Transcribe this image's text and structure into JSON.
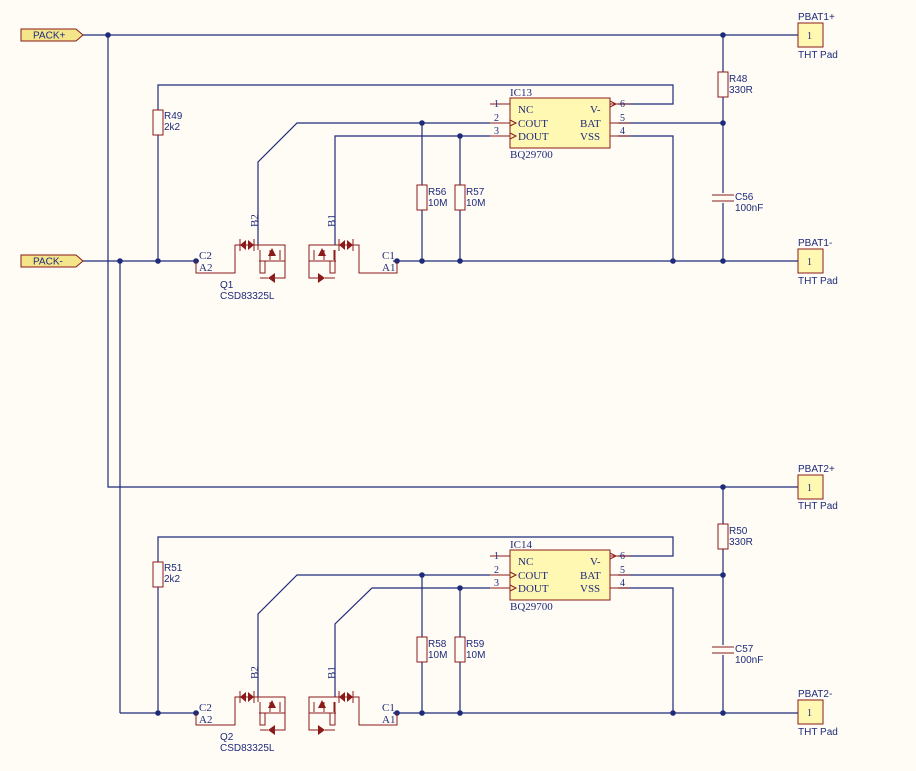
{
  "ports": {
    "pack_plus": "PACK+",
    "pack_minus": "PACK-"
  },
  "pads": [
    {
      "name": "PBAT1+",
      "pin": "1",
      "type": "THT Pad"
    },
    {
      "name": "PBAT1-",
      "pin": "1",
      "type": "THT Pad"
    },
    {
      "name": "PBAT2+",
      "pin": "1",
      "type": "THT Pad"
    },
    {
      "name": "PBAT2-",
      "pin": "1",
      "type": "THT Pad"
    }
  ],
  "stages": [
    {
      "ic": {
        "ref": "IC13",
        "part": "BQ29700",
        "pins_left": [
          {
            "num": "1",
            "name": "NC"
          },
          {
            "num": "2",
            "name": "COUT"
          },
          {
            "num": "3",
            "name": "DOUT"
          }
        ],
        "pins_right": [
          {
            "num": "6",
            "name": "V-"
          },
          {
            "num": "5",
            "name": "BAT"
          },
          {
            "num": "4",
            "name": "VSS"
          }
        ]
      },
      "r_gate": {
        "ref": "R49",
        "value": "2k2"
      },
      "r_bat": {
        "ref": "R48",
        "value": "330R"
      },
      "cap": {
        "ref": "C56",
        "value": "100nF"
      },
      "r_a": {
        "ref": "R56",
        "value": "10M"
      },
      "r_b": {
        "ref": "R57",
        "value": "10M"
      },
      "fet": {
        "ref": "Q1",
        "part": "CSD83325L",
        "b2": "B2",
        "b1": "B1",
        "c2": "C2",
        "a2": "A2",
        "c1": "C1",
        "a1": "A1"
      }
    },
    {
      "ic": {
        "ref": "IC14",
        "part": "BQ29700",
        "pins_left": [
          {
            "num": "1",
            "name": "NC"
          },
          {
            "num": "2",
            "name": "COUT"
          },
          {
            "num": "3",
            "name": "DOUT"
          }
        ],
        "pins_right": [
          {
            "num": "6",
            "name": "V-"
          },
          {
            "num": "5",
            "name": "BAT"
          },
          {
            "num": "4",
            "name": "VSS"
          }
        ]
      },
      "r_gate": {
        "ref": "R51",
        "value": "2k2"
      },
      "r_bat": {
        "ref": "R50",
        "value": "330R"
      },
      "cap": {
        "ref": "C57",
        "value": "100nF"
      },
      "r_a": {
        "ref": "R58",
        "value": "10M"
      },
      "r_b": {
        "ref": "R59",
        "value": "10M"
      },
      "fet": {
        "ref": "Q2",
        "part": "CSD83325L",
        "b2": "B2",
        "b1": "B1",
        "c2": "C2",
        "a2": "A2",
        "c1": "C1",
        "a1": "A1"
      }
    }
  ],
  "colors": {
    "wire": "#1E2A7A",
    "component": "#8B1A1A",
    "chip_fill": "#FFF8B3",
    "port_fill": "#F4E48A",
    "background": "#FFFCF6"
  }
}
